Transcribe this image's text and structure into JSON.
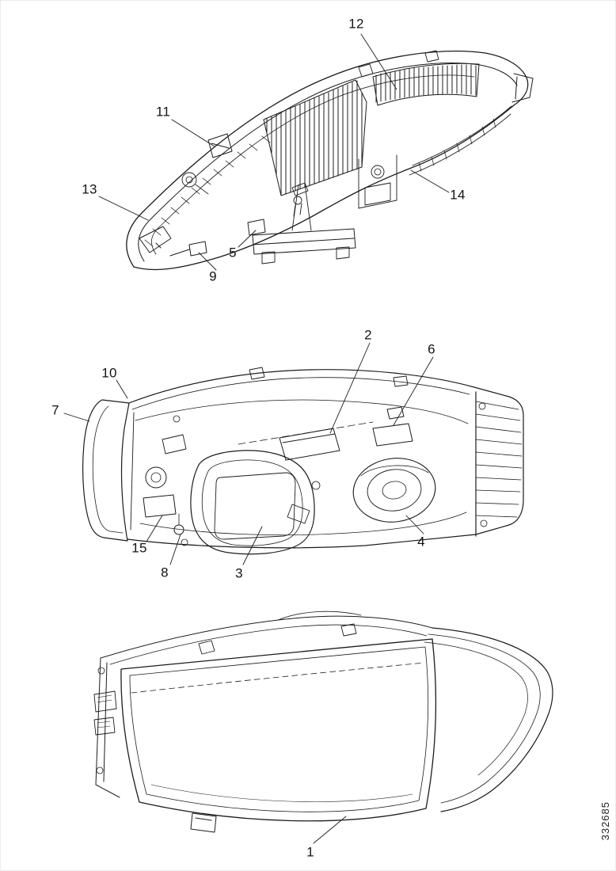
{
  "figure": {
    "number": "332685"
  },
  "callouts": {
    "n1": "1",
    "n2": "2",
    "n3": "3",
    "n4": "4",
    "n5": "5",
    "n6": "6",
    "n7": "7",
    "n8": "8",
    "n9": "9",
    "n10": "10",
    "n11": "11",
    "n12": "12",
    "n13": "13",
    "n14": "14",
    "n15": "15"
  },
  "art": {
    "line_color": "#1c1c1c",
    "background": "#ffffff"
  }
}
